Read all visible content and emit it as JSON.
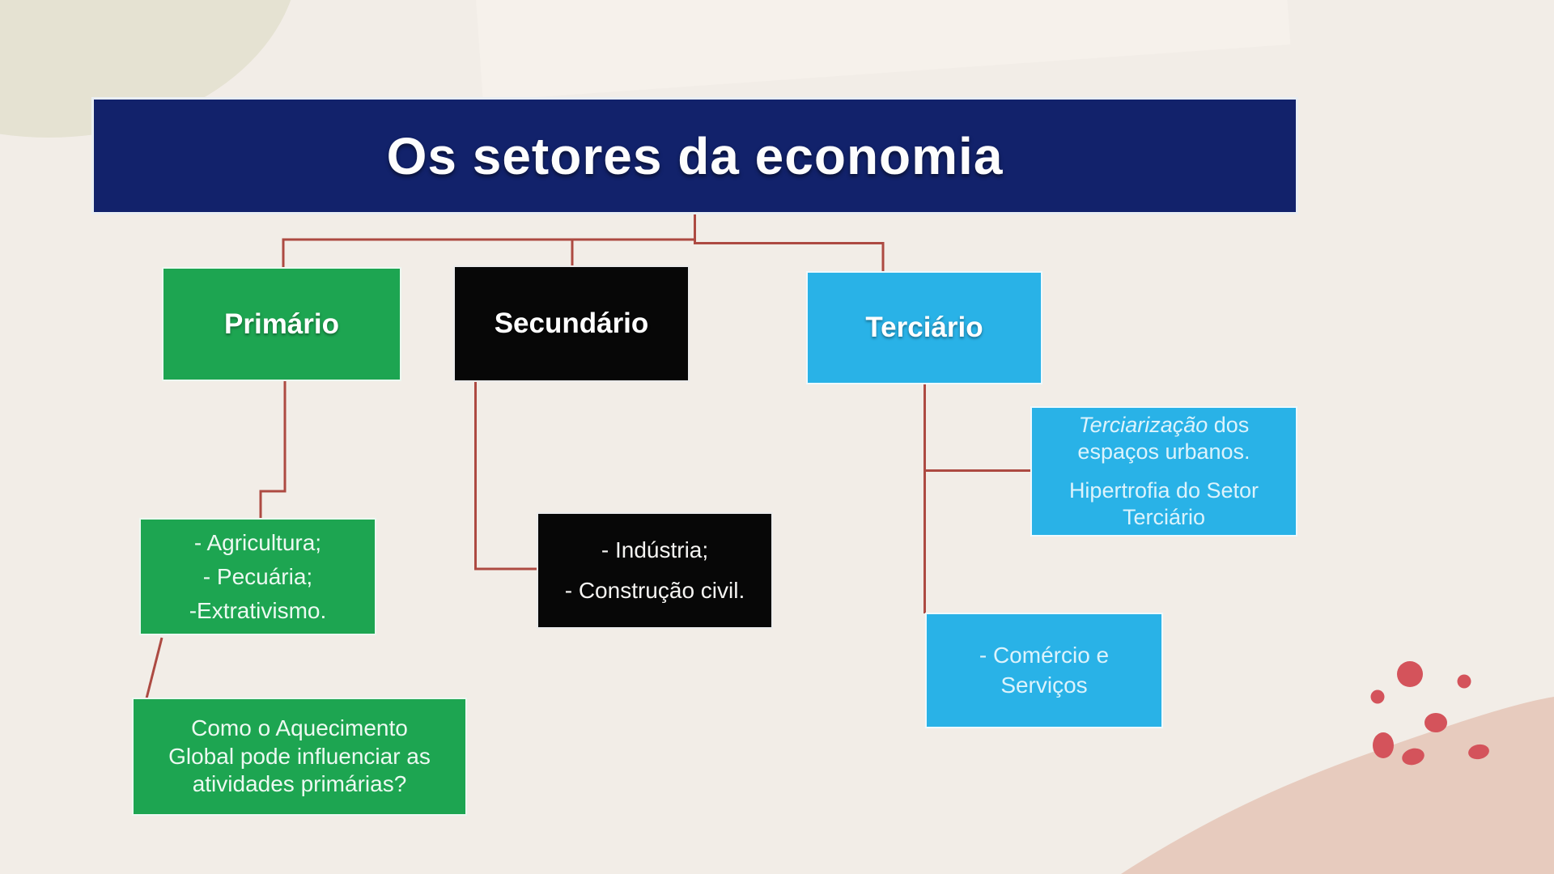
{
  "colors": {
    "background": "#f2ede7",
    "title_bg": "#12226b",
    "primary_green": "#1da551",
    "secondary_black": "#070707",
    "tertiary_blue": "#29b2e7",
    "connector": "#ad4a42",
    "blob_top_left": "#e5e2d2",
    "blob_bottom_right": "#e7cbbe",
    "splatter_red": "#d4535b"
  },
  "title": "Os setores da economia",
  "sectors": {
    "primario": "Primário",
    "secundario": "Secundário",
    "terciario": "Terciário"
  },
  "primario_activities": [
    "- Agricultura;",
    "- Pecuária;",
    "-Extrativismo."
  ],
  "secundario_activities": [
    "- Indústria;",
    "- Construção civil."
  ],
  "terciario_note": {
    "italic": "Terciarização",
    "line1_rest": " dos",
    "line2": "espaços urbanos.",
    "line3": "Hipertrofia do Setor",
    "line4": "Terciário"
  },
  "terciario_activities": [
    "- Comércio e",
    "Serviços"
  ],
  "primario_question": [
    "Como o Aquecimento",
    "Global pode influenciar as",
    "atividades primárias?"
  ]
}
